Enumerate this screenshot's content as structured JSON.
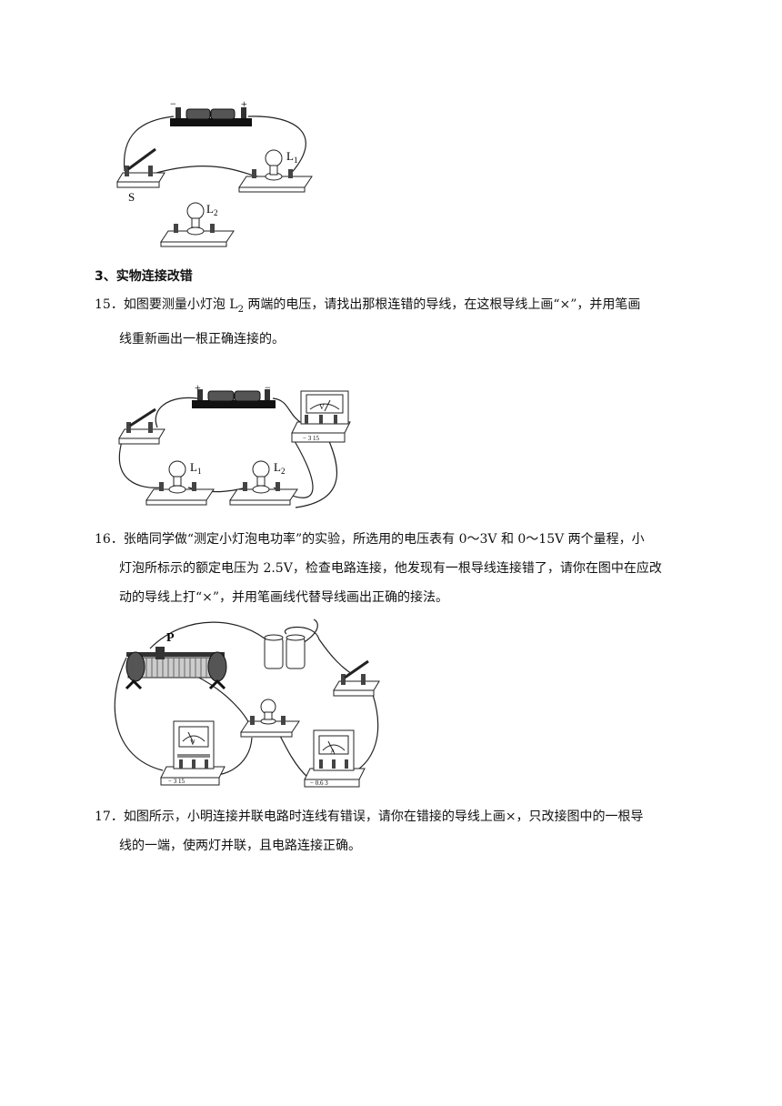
{
  "fig1": {
    "battery_minus": "−",
    "battery_plus": "+",
    "switch_label": "S",
    "lamp1_letter": "L",
    "lamp1_sub": "1",
    "lamp2_letter": "L",
    "lamp2_sub": "2"
  },
  "section": {
    "title": "3、实物连接改错"
  },
  "q15": {
    "line1_a": "15．如图要测量小灯泡 L",
    "line1_sub": "2",
    "line1_b": " 两端的电压，请找出那根连错的导线，在这根导线上画“×”，并用笔画",
    "line2": "线重新画出一根正确连接的。"
  },
  "fig2": {
    "battery_plus": "+",
    "battery_minus": "−",
    "meter_letter": "V",
    "meter_terms": "−  3  15",
    "lamp1_letter": "L",
    "lamp1_sub": "1",
    "lamp2_letter": "L",
    "lamp2_sub": "2"
  },
  "q16": {
    "line1": "16．张皓同学做“测定小灯泡电功率”的实验，所选用的电压表有 0～3V 和 0～15V 两个量程，小",
    "line2": "灯泡所标示的额定电压为 2.5V，检查电路连接，他发现有一根导线连接错了，请你在图中在应改",
    "line3": "动的导线上打“×”，并用笔画线代替导线画出正确的接法。"
  },
  "fig3": {
    "rheostat_label": "P",
    "voltmeter_letter": "V",
    "voltmeter_terms": "−  3  15",
    "ammeter_letter": "A",
    "ammeter_terms": "−  0.6  3"
  },
  "q17": {
    "line1": "17．如图所示，小明连接并联电路时连线有错误，请你在错接的导线上画×，只改接图中的一根导",
    "line2": "线的一端，使两灯并联，且电路连接正确。"
  }
}
